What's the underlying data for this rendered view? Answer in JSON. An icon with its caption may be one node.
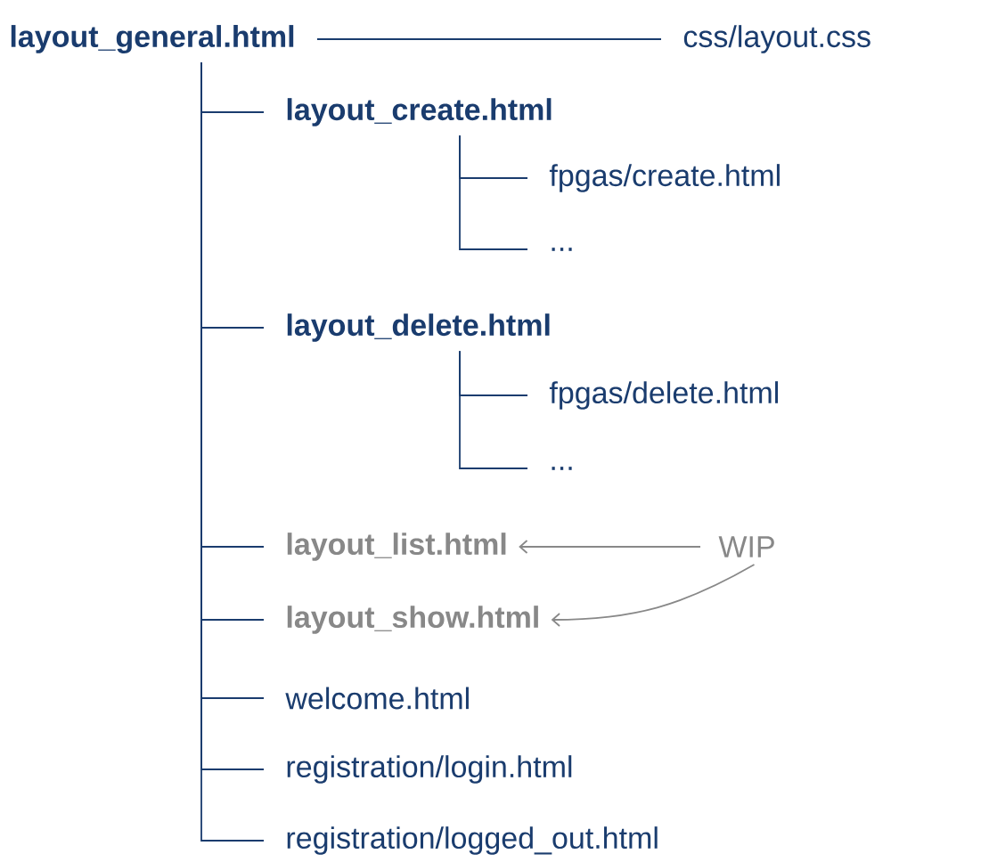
{
  "diagram": {
    "nodes": [
      {
        "text": [
          "layout_general.html"
        ]
      },
      {
        "text": [
          "css/layout.css"
        ]
      },
      {
        "text": [
          "layout_create.html"
        ]
      },
      {
        "text": [
          "fpgas/create.html"
        ]
      },
      {
        "text": [
          "..."
        ]
      },
      {
        "text": [
          "layout_delete.html"
        ]
      },
      {
        "text": [
          "fpgas/delete.html"
        ]
      },
      {
        "text": [
          "..."
        ]
      },
      {
        "text": [
          "layout_list.html"
        ]
      },
      {
        "text": [
          "layout_show.html"
        ]
      },
      {
        "text": [
          "WIP"
        ]
      },
      {
        "text": [
          "welcome.html"
        ]
      },
      {
        "text": [
          "registration/login.html"
        ]
      },
      {
        "text": [
          "registration/logged_out.html"
        ]
      }
    ],
    "edges": [
      {
        "from": 0,
        "to": 1,
        "arrow": "none"
      },
      {
        "from": 0,
        "to": 2,
        "arrow": "none"
      },
      {
        "from": 2,
        "to": 3,
        "arrow": "none"
      },
      {
        "from": 2,
        "to": 4,
        "arrow": "none"
      },
      {
        "from": 0,
        "to": 5,
        "arrow": "none"
      },
      {
        "from": 5,
        "to": 6,
        "arrow": "none"
      },
      {
        "from": 5,
        "to": 7,
        "arrow": "none"
      },
      {
        "from": 0,
        "to": 8,
        "arrow": "none"
      },
      {
        "from": 0,
        "to": 9,
        "arrow": "none"
      },
      {
        "from": 0,
        "to": 11,
        "arrow": "none"
      },
      {
        "from": 0,
        "to": 12,
        "arrow": "none"
      },
      {
        "from": 0,
        "to": 13,
        "arrow": "none"
      },
      {
        "from": 10,
        "to": 8,
        "arrow": "to",
        "color": "#888888"
      },
      {
        "from": 10,
        "to": 9,
        "arrow": "to",
        "color": "#888888"
      }
    ]
  }
}
